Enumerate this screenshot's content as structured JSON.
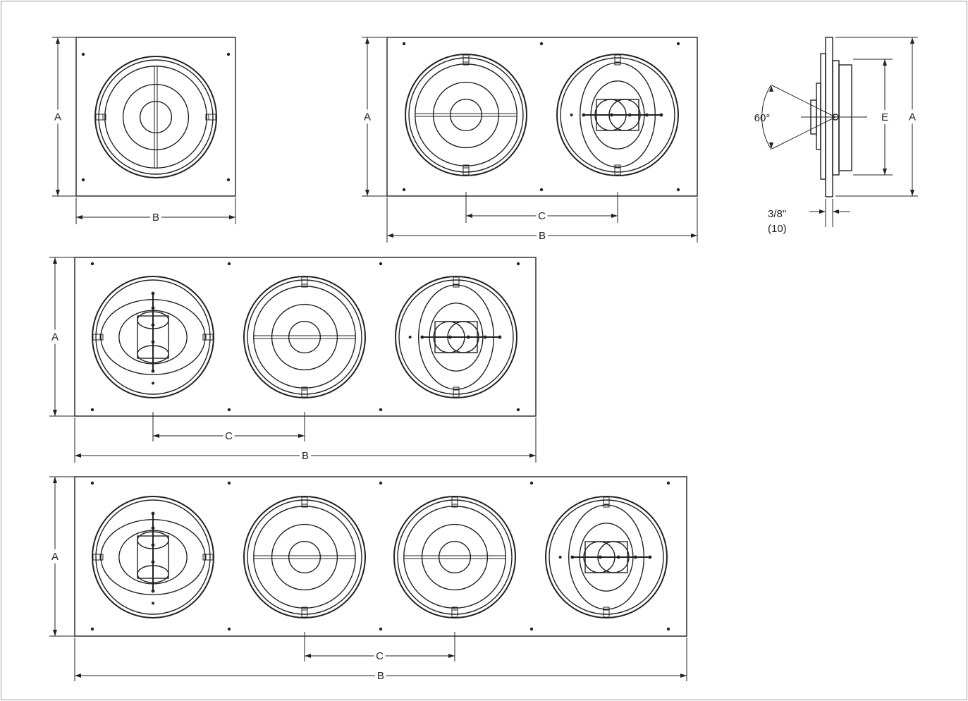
{
  "labels": {
    "height": "A",
    "width": "B",
    "spacing": "C",
    "inner_height": "E",
    "angle": "60°",
    "flange_in": "3/8\"",
    "flange_mm": "(10)"
  },
  "views": [
    {
      "name": "single-unit",
      "modules": [
        "cross-v"
      ]
    },
    {
      "name": "double-unit",
      "modules": [
        "cross-h",
        "pattern-h"
      ]
    },
    {
      "name": "triple-unit",
      "modules": [
        "pattern-v",
        "cross-h",
        "pattern-h"
      ]
    },
    {
      "name": "quad-unit",
      "modules": [
        "pattern-v",
        "cross-h",
        "cross-h",
        "pattern-h"
      ]
    },
    {
      "name": "side-section"
    }
  ],
  "colors": {
    "line": "#222222",
    "frame": "#999999",
    "background": "#ffffff"
  }
}
